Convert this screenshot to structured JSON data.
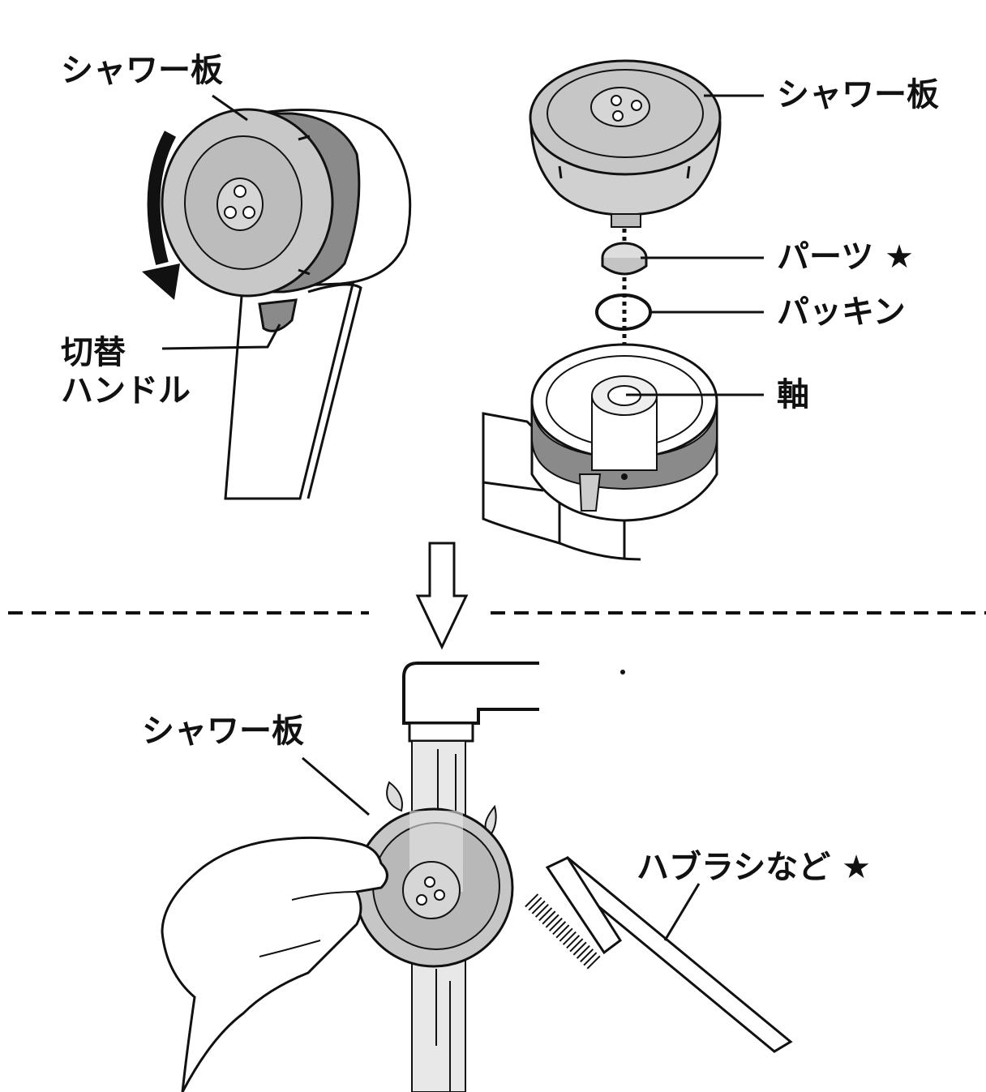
{
  "labels": {
    "shower_plate_top_left": "シャワー板",
    "switch_handle_line1": "切替",
    "switch_handle_line2": "ハンドル",
    "shower_plate_top_right": "シャワー板",
    "parts": "パーツ ★",
    "packing": "パッキン",
    "axis": "軸",
    "shower_plate_bottom": "シャワー板",
    "toothbrush": "ハブラシなど ★"
  },
  "icons": {
    "rotation_arrow": "curved-arrow-down-icon",
    "next_step_arrow": "hollow-arrow-down-icon"
  },
  "colors": {
    "line": "#111111",
    "gray_ring": "#8a8a8a",
    "light_gray": "#d4d4d4",
    "face": "#c2c2c2",
    "body": "#ffffff"
  }
}
